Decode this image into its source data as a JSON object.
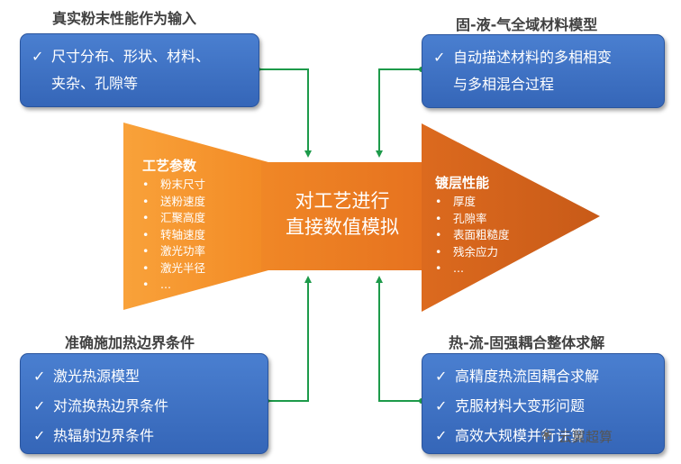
{
  "top_left": {
    "header": "真实粉末性能作为输入",
    "lines": [
      "尺寸分布、形状、材料、",
      "夹杂、孔隙等"
    ]
  },
  "top_right": {
    "header": "固-液-气全域材料模型",
    "lines": [
      "自动描述材料的多相相变",
      "与多相混合过程"
    ]
  },
  "bottom_left": {
    "header": "准确施加热边界条件",
    "lines": [
      "激光热源模型",
      "对流换热边界条件",
      "热辐射边界条件"
    ]
  },
  "bottom_right": {
    "header": "热-流-固强耦合整体求解",
    "lines": [
      "高精度热流固耦合求解",
      "克服材料大变形问题",
      "高效大规模并行计算"
    ]
  },
  "process_params": {
    "title": "工艺参数",
    "items": [
      "粉末尺寸",
      "送粉速度",
      "汇聚高度",
      "转轴速度",
      "激光功率",
      "激光半径",
      "..."
    ]
  },
  "coating_props": {
    "title": "镀层性能",
    "items": [
      "厚度",
      "孔隙率",
      "表面粗糙度",
      "残余应力",
      "..."
    ]
  },
  "center": {
    "line1": "对工艺进行",
    "line2": "直接数值模拟"
  },
  "watermark": "云翼超算",
  "colors": {
    "blue_box": "#3d72c4",
    "orange_light": "#f7922b",
    "orange_mid": "#ec7c24",
    "orange_dark": "#d3621c",
    "connector_green": "#1d9a4a"
  }
}
